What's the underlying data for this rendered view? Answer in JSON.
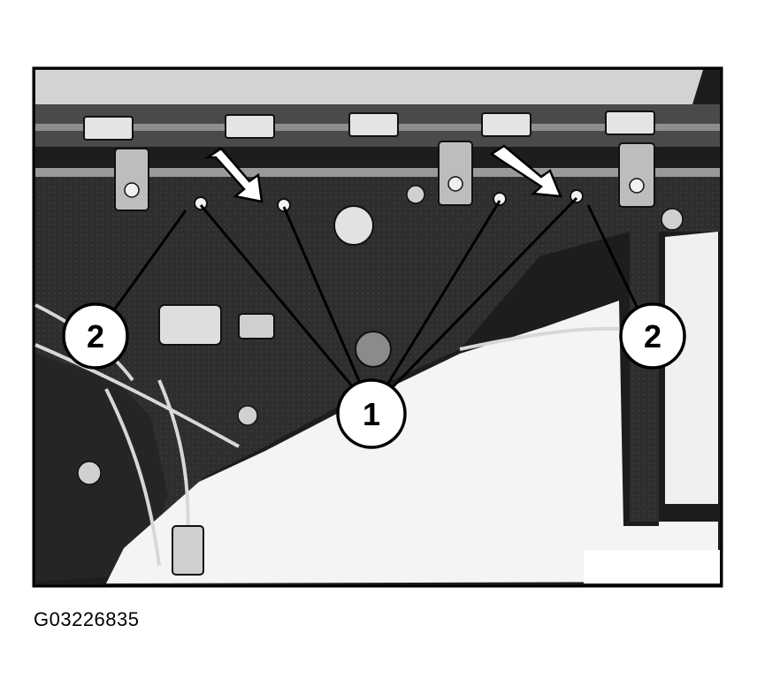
{
  "callouts": {
    "label_1": "1",
    "label_2_left": "2",
    "label_2_right": "2"
  },
  "caption": "G03226835"
}
